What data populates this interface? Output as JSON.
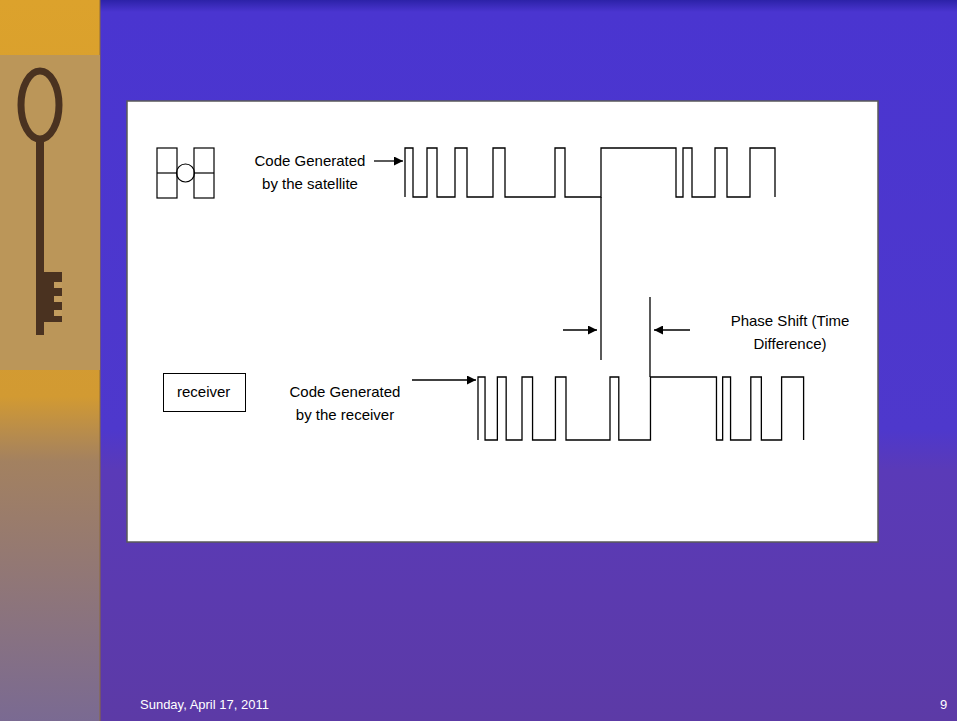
{
  "diagram": {
    "nodes": [
      {
        "text": [
          "receiver"
        ]
      }
    ],
    "labels": [
      "Code Generated by the satellite",
      "Phase Shift (Time Difference)",
      "Code Generated by the receiver",
      "Sunday, April 17, 2011",
      "9"
    ]
  }
}
